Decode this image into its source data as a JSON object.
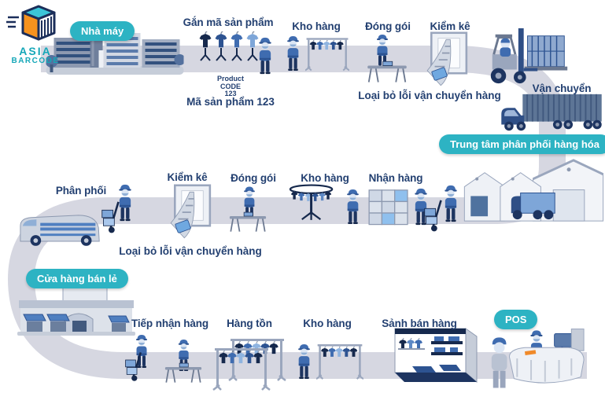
{
  "colors": {
    "teal": "#2db3c3",
    "navy": "#234071",
    "road": "#d6d7e1",
    "orange": "#f6921e"
  },
  "logo": {
    "line1": "ASIA",
    "line2": "BARCODE"
  },
  "badges": {
    "factory": "Nhà máy",
    "distribution_center": "Trung tâm phân phối hàng hóa",
    "retail_store": "Cửa hàng bán lẻ",
    "pos": "POS"
  },
  "row1": {
    "tagging": "Gắn mã sản phẩm",
    "warehouse": "Kho hàng",
    "packing": "Đóng gói",
    "inventory": "Kiểm kê",
    "shipping": "Vận chuyển",
    "product_code_line1": "Product",
    "product_code_line2": "CODE",
    "product_code_line3": "123",
    "product_code_caption": "Mã sản phẩm 123",
    "error_note": "Loại bỏ lỗi vận chuyển hàng"
  },
  "row2": {
    "distribution": "Phân phối",
    "inventory": "Kiểm kê",
    "packing": "Đóng gói",
    "warehouse": "Kho hàng",
    "receiving": "Nhận hàng",
    "error_note": "Loại bỏ lỗi vận chuyển hàng"
  },
  "row3": {
    "receiving": "Tiếp nhận hàng",
    "stock": "Hàng tồn",
    "warehouse": "Kho hàng",
    "sales_floor": "Sảnh bán hàng"
  }
}
